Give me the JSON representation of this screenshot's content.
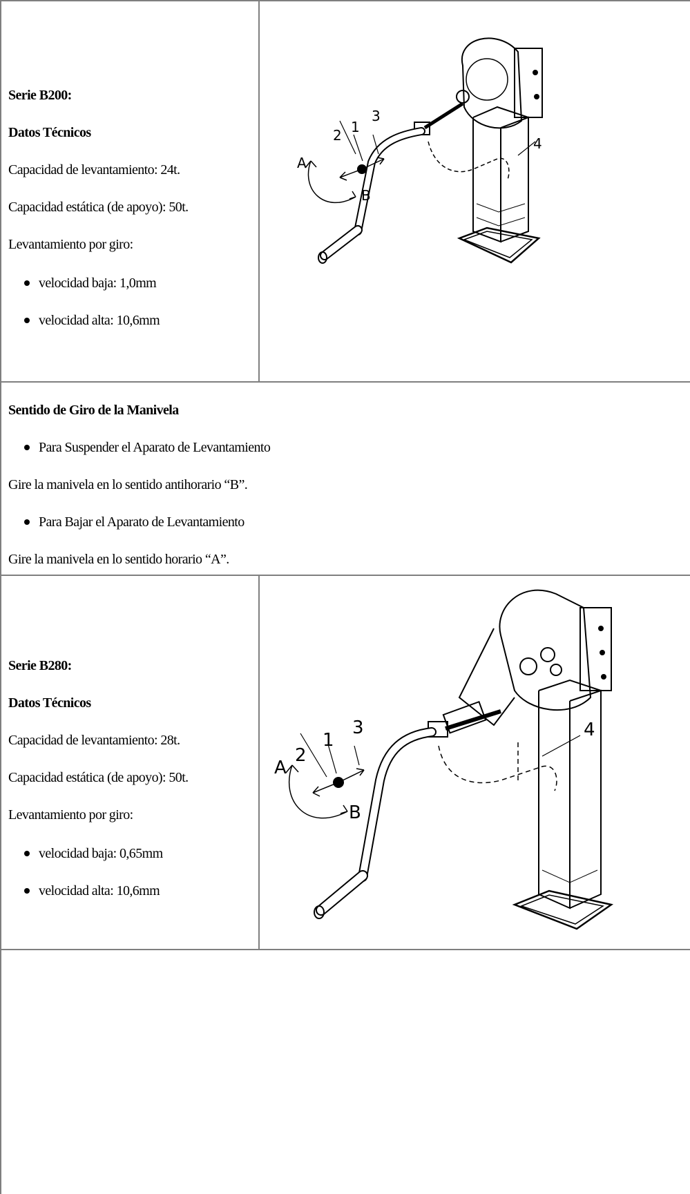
{
  "sections": [
    {
      "title": "Serie B200:",
      "subtitle": "Datos Técnicos",
      "lines": [
        "Capacidad de levantamiento: 24t.",
        "Capacidad estática (de apoyo): 50t.",
        "Levantamiento por giro:"
      ],
      "bullets": [
        "velocidad baja: 1,0mm",
        "velocidad alta: 10,6mm"
      ],
      "figure_labels": [
        "A",
        "B",
        "1",
        "2",
        "3",
        "4"
      ]
    },
    {
      "title": "Serie B280:",
      "subtitle": "Datos Técnicos",
      "lines": [
        "Capacidad de levantamiento: 28t.",
        "Capacidad estática (de apoyo): 50t.",
        "Levantamiento por giro:"
      ],
      "bullets": [
        "velocidad baja: 0,65mm",
        "velocidad alta: 10,6mm"
      ],
      "figure_labels": [
        "A",
        "B",
        "1",
        "2",
        "3",
        "4"
      ]
    }
  ],
  "rotation": {
    "title": "Sentido de Giro de la Manivela",
    "bullet1": "Para Suspender el Aparato de Levantamiento",
    "text1": "Gire la manivela en lo sentido antihorario “B”.",
    "bullet2": "Para Bajar el Aparato de Levantamiento",
    "text2": "Gire la manivela en lo sentido horario “A”."
  }
}
